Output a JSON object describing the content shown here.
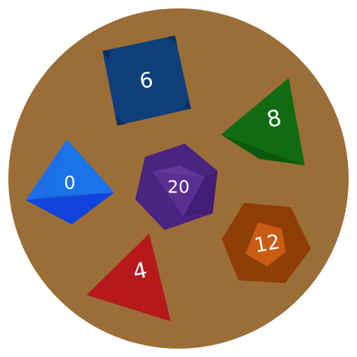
{
  "colors": {
    "tray": "#9b6e37",
    "d6": "#0f3f7a",
    "d8": "#0e6a12",
    "d10": "#1364e8",
    "d20": "#4a2481",
    "d12": "#8f3e08",
    "d4": "#b5191c",
    "numerals": "#ffffff"
  },
  "dice": {
    "d6": {
      "value": "6"
    },
    "d8": {
      "value": "8"
    },
    "d10": {
      "value": "0"
    },
    "d20": {
      "value": "20"
    },
    "d12": {
      "value": "12"
    },
    "d4": {
      "value": "4"
    }
  }
}
